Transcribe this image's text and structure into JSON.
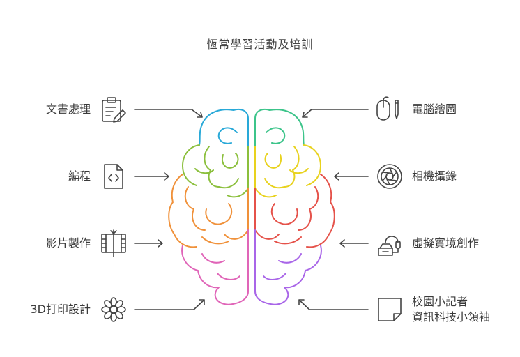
{
  "title": "恆常學習活動及培訓",
  "left_items": [
    {
      "label": "文書處理",
      "icon": "clipboard-edit-icon"
    },
    {
      "label": "編程",
      "icon": "code-file-icon"
    },
    {
      "label": "影片製作",
      "icon": "film-strip-icon"
    },
    {
      "label": "3D打印設計",
      "icon": "flower-pattern-icon"
    }
  ],
  "right_items": [
    {
      "label": "電腦繪圖",
      "icon": "mouse-pen-icon"
    },
    {
      "label": "相機攝錄",
      "icon": "camera-aperture-icon"
    },
    {
      "label": "虛擬實境創作",
      "icon": "vr-headset-icon"
    },
    {
      "label": "校園小記者",
      "label2": "資訊科技小領袖",
      "icon": "note-page-icon"
    }
  ],
  "colors": {
    "blue": "#29A9D8",
    "light_green": "#8BBF3C",
    "orange": "#F0913A",
    "pink": "#E065B8",
    "teal": "#3CC48A",
    "yellow": "#E8D21E",
    "red": "#E5524A",
    "purple": "#A966E8",
    "arrow": "#444444"
  }
}
